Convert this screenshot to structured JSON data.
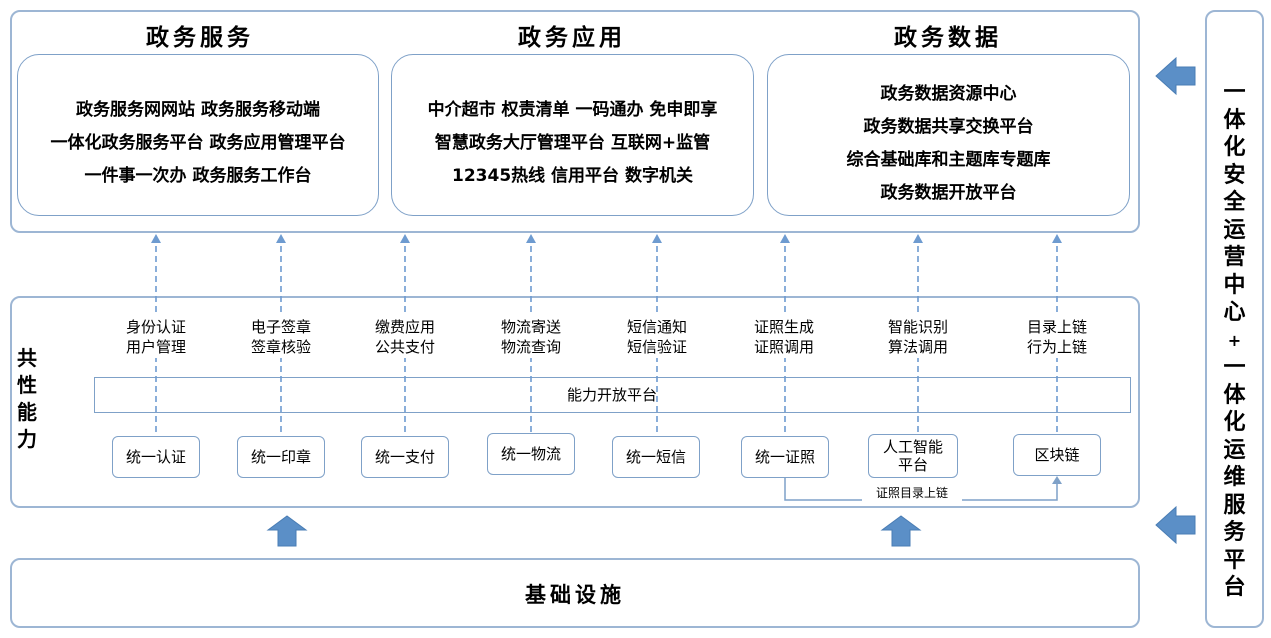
{
  "sections": {
    "services": {
      "title": "政务服务",
      "lines": [
        "政务服务网网站 政务服务移动端",
        "一体化政务服务平台 政务应用管理平台",
        "一件事一次办 政务服务工作台"
      ]
    },
    "applications": {
      "title": "政务应用",
      "lines": [
        "中介超市 权责清单 一码通办 免申即享",
        "智慧政务大厅管理平台 互联网+监管",
        "12345热线 信用平台 数字机关"
      ]
    },
    "data": {
      "title": "政务数据",
      "lines": [
        "政务数据资源中心",
        "政务数据共享交换平台",
        "综合基础库和主题库专题库",
        "政务数据开放平台"
      ]
    }
  },
  "common": {
    "label": "共性能力",
    "platform": "能力开放平台",
    "capabilities": [
      {
        "line1": "身份认证",
        "line2": "用户管理",
        "unit": "统一认证"
      },
      {
        "line1": "电子签章",
        "line2": "签章核验",
        "unit": "统一印章"
      },
      {
        "line1": "缴费应用",
        "line2": "公共支付",
        "unit": "统一支付"
      },
      {
        "line1": "物流寄送",
        "line2": "物流查询",
        "unit": "统一物流"
      },
      {
        "line1": "短信通知",
        "line2": "短信验证",
        "unit": "统一短信"
      },
      {
        "line1": "证照生成",
        "line2": "证照调用",
        "unit": "统一证照"
      },
      {
        "line1": "智能识别",
        "line2": "算法调用",
        "unit": "人工智能平台",
        "unit_line1": "人工智能",
        "unit_line2": "平台"
      },
      {
        "line1": "目录上链",
        "line2": "行为上链",
        "unit": "区块链"
      }
    ],
    "link_label": "证照目录上链"
  },
  "infrastructure": {
    "label": "基础设施"
  },
  "side": {
    "label": "一体化安全运营中心+一体化运维服务平台"
  },
  "colors": {
    "border": "#9DB6D4",
    "arrow": "#5B8FC7",
    "dashed": "#6E9BD0",
    "connector": "#7FA1C8"
  }
}
